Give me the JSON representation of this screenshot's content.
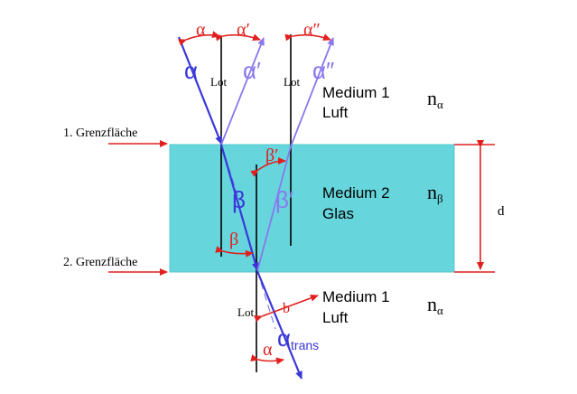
{
  "colors": {
    "glass": "#66d5dc",
    "glass_edge": "#56c7cf",
    "ray": "#3a37d9",
    "ray_light": "#8a78ee",
    "annotation": "#e0201e",
    "normal": "#000000"
  },
  "labels": {
    "alpha_top_1": "α",
    "alpha_top_2": "α′",
    "alpha_top_3": "α″",
    "alpha_ray_in": "α",
    "alpha_ray_refl": "α′",
    "alpha_ray_second": "α″",
    "lot_1": "Lot",
    "lot_2": "Lot",
    "lot_3": "Lot",
    "beta_prime_arc": "β′",
    "beta_ray": "β",
    "beta_prime_ray": "β′",
    "beta_arc": "β",
    "b_label": "b",
    "alpha_bottom_arc": "α",
    "alpha_trans_main": "α",
    "alpha_trans_sub": "trans",
    "d_label": "d"
  },
  "interfaces": {
    "first": "1. Grenzfläche",
    "second": "2. Grenzfläche"
  },
  "media": {
    "top": {
      "name": "Medium 1",
      "material": "Luft",
      "n": "n",
      "n_sub": "α"
    },
    "middle": {
      "name": "Medium 2",
      "material": "Glas",
      "n": "n",
      "n_sub": "β"
    },
    "bottom": {
      "name": "Medium 1",
      "material": "Luft",
      "n": "n",
      "n_sub": "α"
    }
  }
}
